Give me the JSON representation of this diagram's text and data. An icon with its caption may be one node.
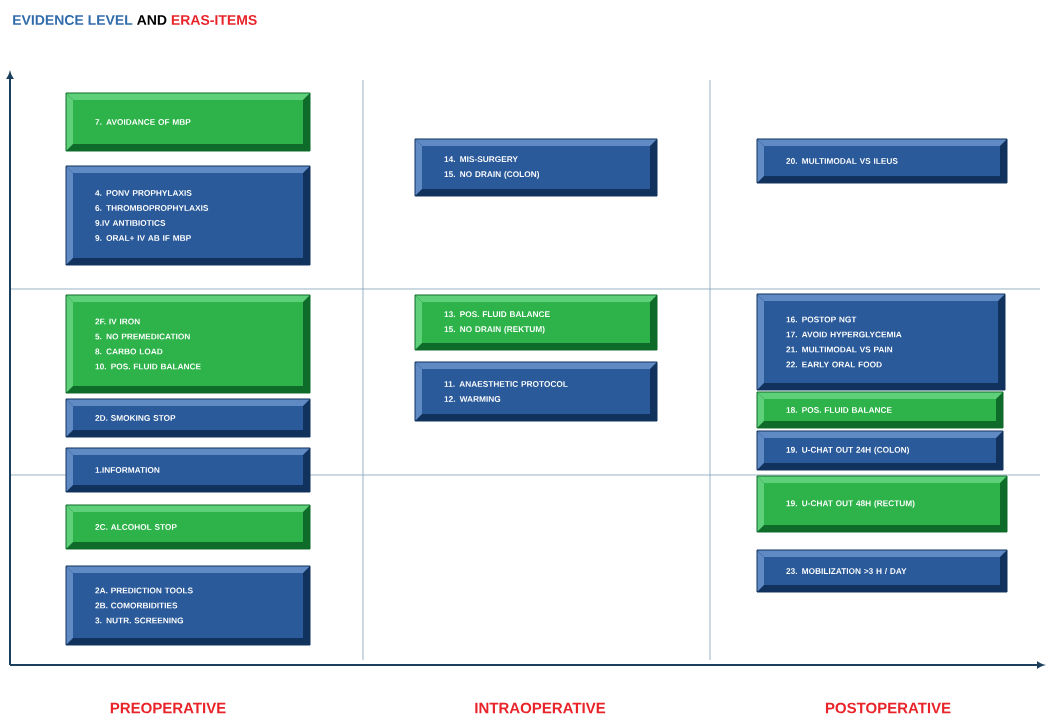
{
  "diagram": {
    "nodes": [
      {
        "text": [
          "7. AVOIDANCE OF MBP"
        ]
      },
      {
        "text": [
          "4. PONV PROPHYLAXIS",
          "6. THROMBOPROPHYLAXIS",
          "9.IV ANTIBIOTICS",
          "9. ORAL+ IV AB IF MBP"
        ]
      },
      {
        "text": [
          "2F. IV IRON",
          "5. NO PREMEDICATION",
          "8. CARBO LOAD",
          "10. POS. FLUID BALANCE"
        ]
      },
      {
        "text": [
          "2D. SMOKING STOP"
        ]
      },
      {
        "text": [
          "1.INFORMATION"
        ]
      },
      {
        "text": [
          "2C. ALCOHOL STOP"
        ]
      },
      {
        "text": [
          "2A. PREDICTION TOOLS",
          "2B. COMORBIDITIES",
          "3. NUTR. SCREENING"
        ]
      },
      {
        "text": [
          "14. MIS-SURGERY",
          "15. NO DRAIN (COLON)"
        ]
      },
      {
        "text": [
          "13. POS. FLUID BALANCE",
          "15. NO DRAIN (REKTUM)"
        ]
      },
      {
        "text": [
          "11. ANAESTHETIC PROTOCOL",
          "12. WARMING"
        ]
      },
      {
        "text": [
          "20. MULTIMODAL VS ILEUS"
        ]
      },
      {
        "text": [
          "16. POSTOP NGT",
          "17. AVOID HYPERGLYCEMIA",
          "21. MULTIMODAL VS PAIN",
          "22. EARLY ORAL FOOD"
        ]
      },
      {
        "text": [
          "18. POS. FLUID BALANCE"
        ]
      },
      {
        "text": [
          "19. U-CHAT OUT 24H (COLON)"
        ]
      },
      {
        "text": [
          "19. U-CHAT OUT 48H (RECTUM)"
        ]
      },
      {
        "text": [
          "23. MOBILIZATION >3 H / DAY"
        ]
      }
    ],
    "labels": [
      "EVIDENCE LEVEL",
      "AND",
      "ERAS-ITEMS",
      "PREOPERATIVE",
      "INTRAOPERATIVE",
      "POSTOPERATIVE"
    ]
  }
}
